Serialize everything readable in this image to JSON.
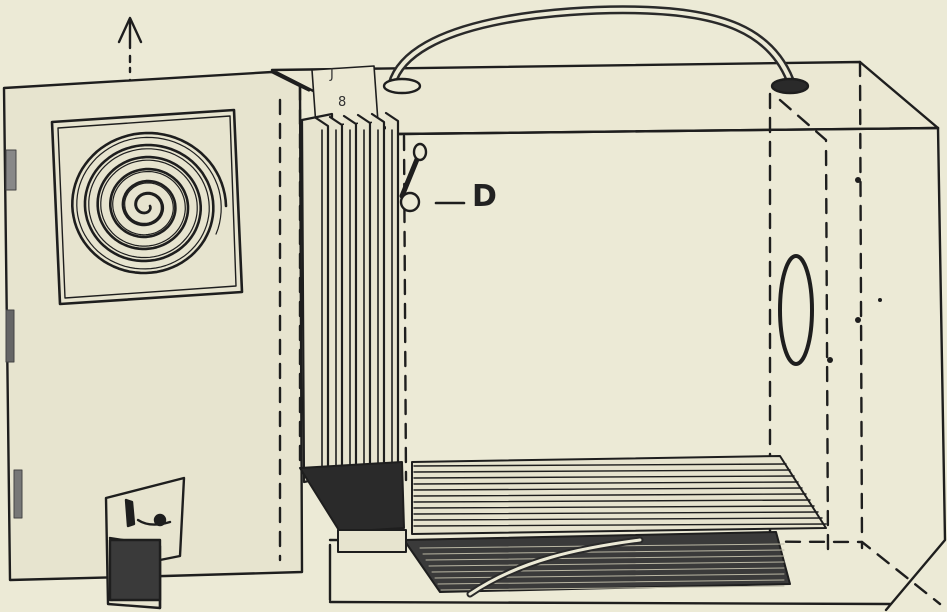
{
  "labels": {
    "d": "D",
    "top_a": "J",
    "top_b": "8"
  },
  "colors": {
    "paper": "#ecead6",
    "ink": "#1e1e1e",
    "fill_dark": "#2a2a2a"
  }
}
